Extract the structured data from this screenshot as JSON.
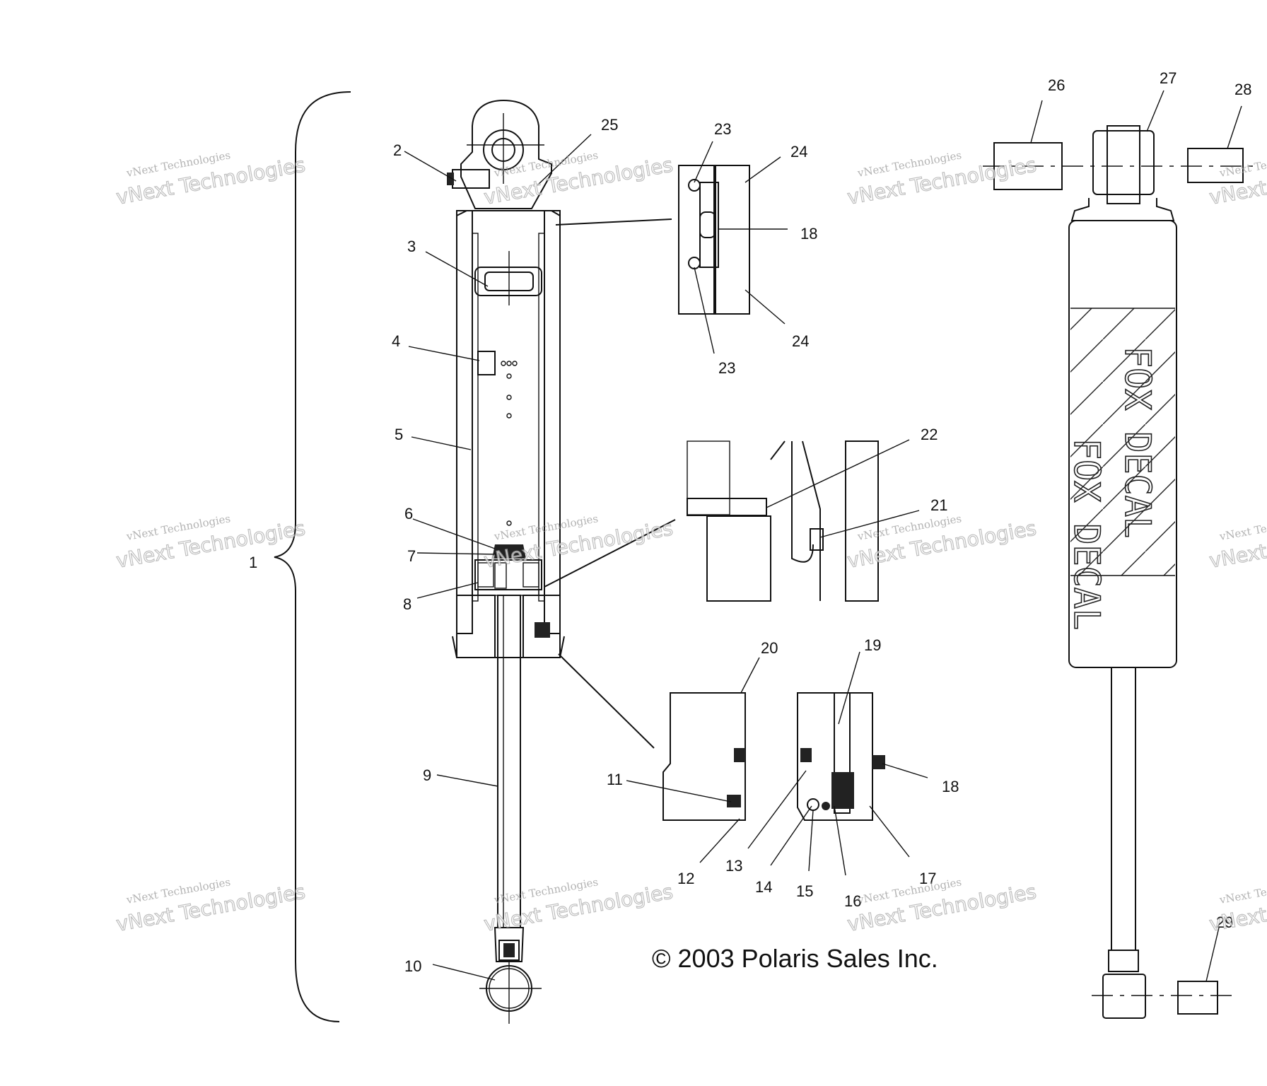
{
  "callouts": [
    "1",
    "2",
    "3",
    "4",
    "5",
    "6",
    "7",
    "8",
    "9",
    "10",
    "11",
    "12",
    "13",
    "14",
    "15",
    "16",
    "17",
    "18",
    "18",
    "19",
    "20",
    "21",
    "22",
    "23",
    "23",
    "24",
    "24",
    "25",
    "26",
    "27",
    "28",
    "29"
  ],
  "decal_labels": {
    "left": "FOX DECAL",
    "right": "FOX DECAL"
  },
  "copyright": "© 2003 Polaris Sales Inc.",
  "watermark": {
    "line1": "vNext Technologies",
    "line2": "vNext Technologies"
  },
  "colors": {
    "ink": "#111111",
    "background": "#ffffff",
    "watermark": "#9a9a9a"
  }
}
